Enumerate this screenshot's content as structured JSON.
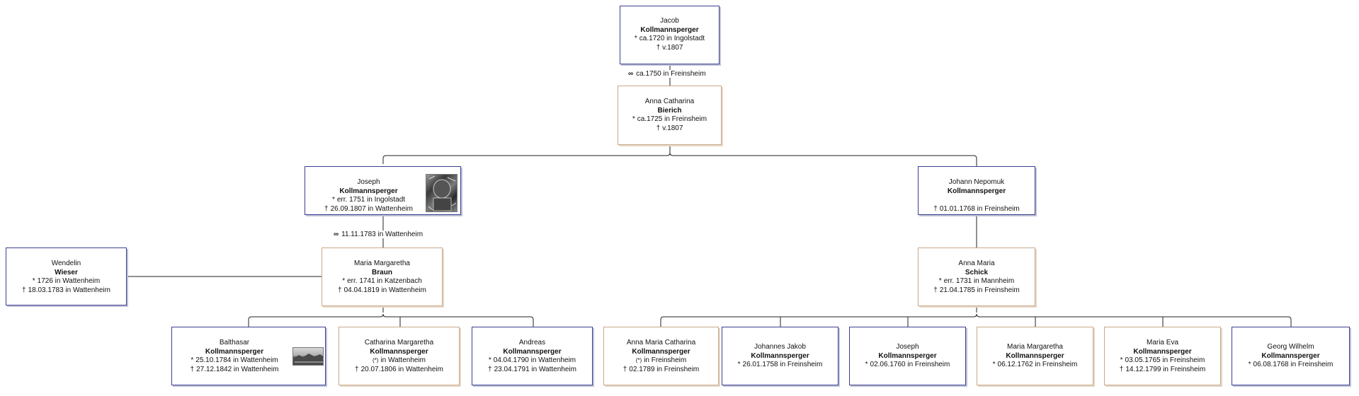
{
  "persons": {
    "jacob": {
      "given": "Jacob",
      "surname": "Kollmannsperger",
      "lines": [
        {
          "sym": "*",
          "text": "ca.1720 in Ingolstadt"
        },
        {
          "sym": "†",
          "text": "v.1807"
        }
      ]
    },
    "annacat": {
      "given": "Anna Catharina",
      "surname": "Bierich",
      "lines": [
        {
          "sym": "*",
          "text": "ca.1725 in Freinsheim"
        },
        {
          "sym": "†",
          "text": "v.1807"
        }
      ]
    },
    "joseph": {
      "given": "Joseph",
      "surname": "Kollmannsperger",
      "lines": [
        {
          "sym": "*",
          "text": "err. 1751 in Ingolstadt"
        },
        {
          "sym": "†",
          "text": "26.09.1807 in Wattenheim"
        }
      ]
    },
    "johann": {
      "given": "Johann Nepomuk",
      "surname": "Kollmannsperger",
      "lines": [
        {
          "sym": "",
          "text": ""
        },
        {
          "sym": "†",
          "text": "01.01.1768 in Freinsheim"
        }
      ]
    },
    "wendelin": {
      "given": "Wendelin",
      "surname": "Wieser",
      "lines": [
        {
          "sym": "*",
          "text": "1726 in Wattenheim"
        },
        {
          "sym": "†",
          "text": "18.03.1783 in Wattenheim"
        }
      ]
    },
    "mariam": {
      "given": "Maria Margaretha",
      "surname": "Braun",
      "lines": [
        {
          "sym": "*",
          "text": "err. 1741 in Katzenbach"
        },
        {
          "sym": "†",
          "text": "04.04.1819 in Wattenheim"
        }
      ]
    },
    "annamaria": {
      "given": "Anna Maria",
      "surname": "Schick",
      "lines": [
        {
          "sym": "*",
          "text": "err. 1731 in Mannheim"
        },
        {
          "sym": "†",
          "text": "21.04.1785 in Freinsheim"
        }
      ]
    },
    "balthasar": {
      "given": "Balthasar",
      "surname": "Kollmannsperger",
      "lines": [
        {
          "sym": "*",
          "text": "25.10.1784 in Wattenheim"
        },
        {
          "sym": "†",
          "text": "27.12.1842 in Wattenheim"
        }
      ]
    },
    "catharinam": {
      "given": "Catharina Margaretha",
      "surname": "Kollmannsperger",
      "lines": [
        {
          "sym": "(*)",
          "text": "in Wattenheim"
        },
        {
          "sym": "†",
          "text": "20.07.1806 in Wattenheim"
        }
      ]
    },
    "andreas": {
      "given": "Andreas",
      "surname": "Kollmannsperger",
      "lines": [
        {
          "sym": "*",
          "text": "04.04.1790 in Wattenheim"
        },
        {
          "sym": "†",
          "text": "23.04.1791 in Wattenheim"
        }
      ]
    },
    "amc": {
      "given": "Anna Maria Catharina",
      "surname": "Kollmannsperger",
      "lines": [
        {
          "sym": "(*)",
          "text": "in Freinsheim"
        },
        {
          "sym": "†",
          "text": "02.1789 in Freinsheim"
        }
      ]
    },
    "johannesj": {
      "given": "Johannes Jakob",
      "surname": "Kollmannsperger",
      "lines": [
        {
          "sym": "*",
          "text": "26.01.1758 in Freinsheim"
        }
      ]
    },
    "joseph2": {
      "given": "Joseph",
      "surname": "Kollmannsperger",
      "lines": [
        {
          "sym": "*",
          "text": "02.06.1760 in Freinsheim"
        }
      ]
    },
    "mariam2": {
      "given": "Maria Margaretha",
      "surname": "Kollmannsperger",
      "lines": [
        {
          "sym": "*",
          "text": "06.12.1762 in Freinsheim"
        }
      ]
    },
    "mariaeva": {
      "given": "Maria Eva",
      "surname": "Kollmannsperger",
      "lines": [
        {
          "sym": "*",
          "text": "03.05.1765 in Freinsheim"
        },
        {
          "sym": "†",
          "text": "14.12.1799 in Freinsheim"
        }
      ]
    },
    "georgw": {
      "given": "Georg Wilhelm",
      "surname": "Kollmannsperger",
      "lines": [
        {
          "sym": "*",
          "text": "06.08.1768 in Freinsheim"
        }
      ]
    }
  },
  "marriages": {
    "m1": "ca.1750 in Freinsheim",
    "m2": "11.11.1783 in Wattenheim"
  },
  "colors": {
    "male_border": "#3b3f8f",
    "female_border": "#c9a88a",
    "line": "#222222"
  },
  "icons": {
    "marriage": "wedding-rings-icon",
    "birth": "asterisk-icon",
    "death": "cross-icon"
  }
}
